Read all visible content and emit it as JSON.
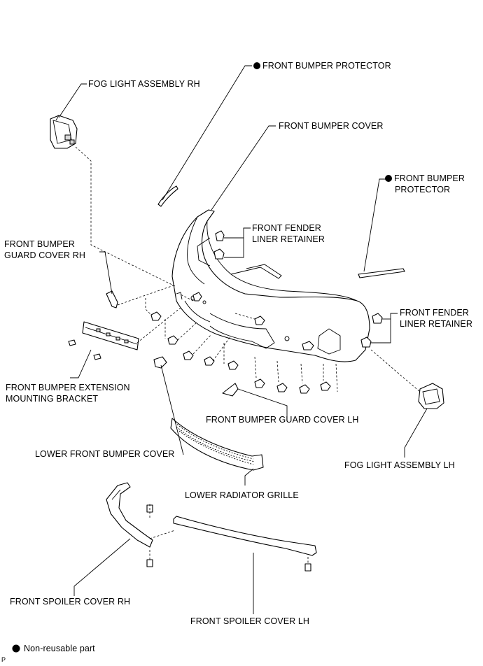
{
  "labels": {
    "front_bumper_protector_top": "FRONT BUMPER PROTECTOR",
    "fog_light_rh": "FOG LIGHT ASSEMBLY RH",
    "front_bumper_cover": "FRONT BUMPER COVER",
    "front_bumper_protector_right_l1": "FRONT BUMPER",
    "front_bumper_protector_right_l2": "PROTECTOR",
    "front_fender_liner_retainer_1_l1": "FRONT FENDER",
    "front_fender_liner_retainer_1_l2": "LINER RETAINER",
    "guard_cover_rh_l1": "FRONT BUMPER",
    "guard_cover_rh_l2": "GUARD COVER RH",
    "front_fender_liner_retainer_2_l1": "FRONT FENDER",
    "front_fender_liner_retainer_2_l2": "LINER RETAINER",
    "extension_bracket_l1": "FRONT BUMPER EXTENSION",
    "extension_bracket_l2": "MOUNTING BRACKET",
    "guard_cover_lh": "FRONT BUMPER GUARD COVER LH",
    "lower_front_bumper_cover": "LOWER FRONT BUMPER COVER",
    "fog_light_lh": "FOG LIGHT ASSEMBLY LH",
    "lower_radiator_grille": "LOWER RADIATOR GRILLE",
    "front_spoiler_cover_rh": "FRONT SPOILER COVER RH",
    "front_spoiler_cover_lh": "FRONT SPOILER COVER LH"
  },
  "legend": {
    "non_reusable": "Non-reusable part"
  },
  "corner_mark": "P"
}
